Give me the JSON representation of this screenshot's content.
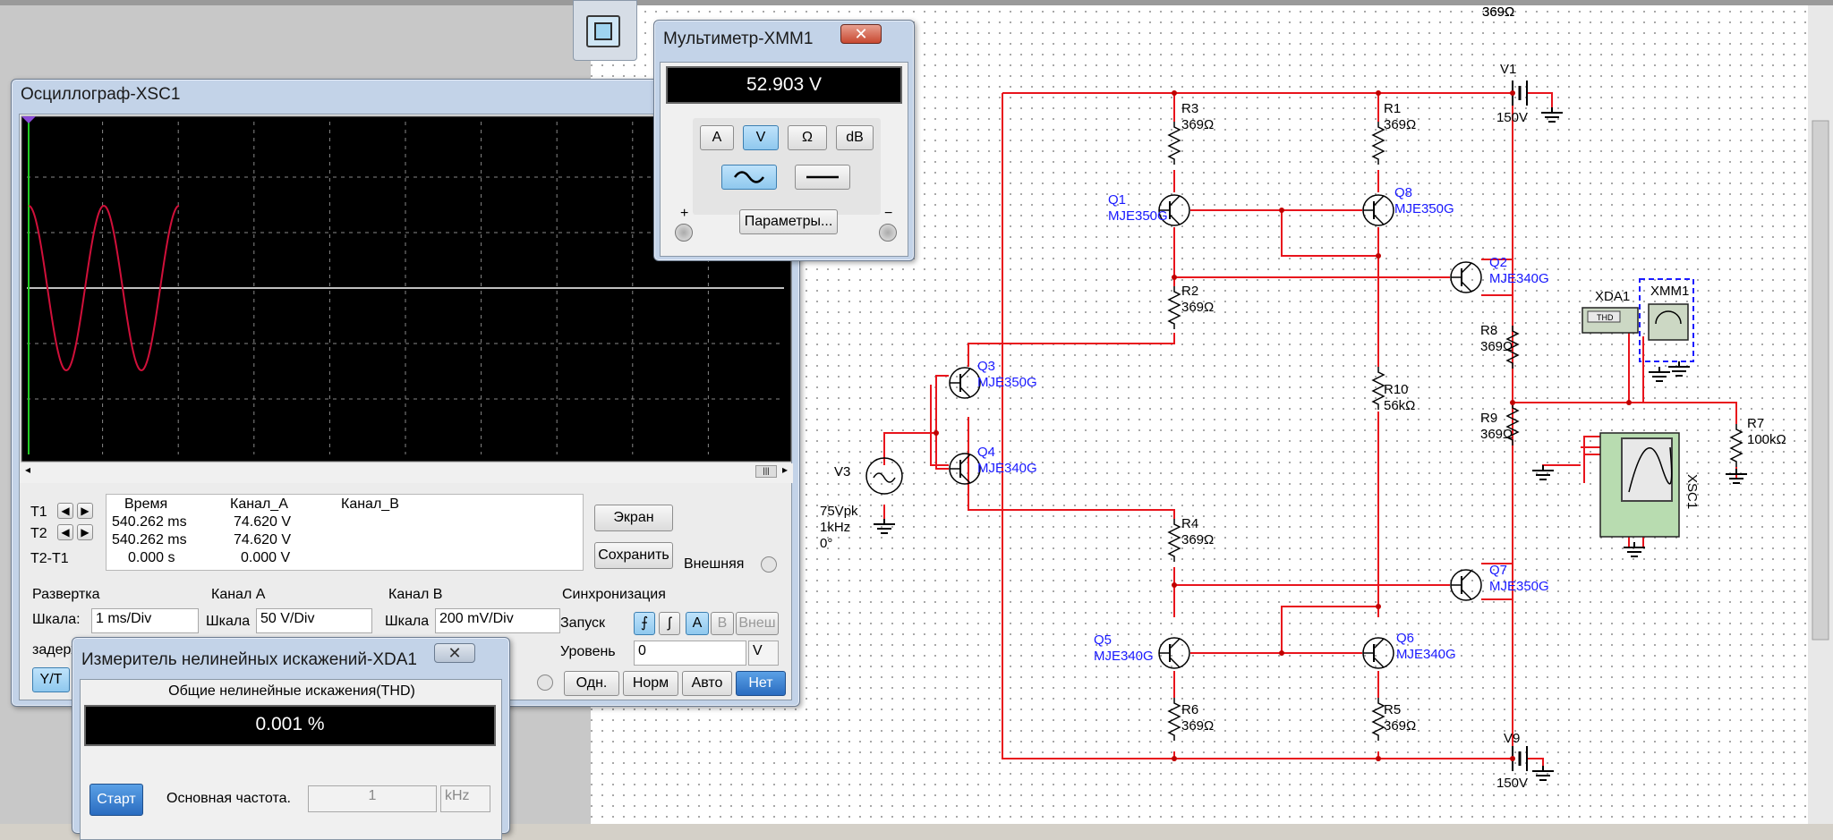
{
  "colors": {
    "wire": "#e8141c",
    "part": "#1a1aff",
    "accent": "#3c7fb1"
  },
  "toolbar": {
    "icon": "window-icon"
  },
  "multimeter": {
    "title": "Мультиметр-XMM1",
    "display": "52.903 V",
    "buttons": [
      "A",
      "V",
      "Ω",
      "dB"
    ],
    "selected": "V",
    "plus": "+",
    "minus": "−",
    "params_label": "Параметры..."
  },
  "oscilloscope": {
    "title": "Осциллограф-XSC1",
    "t1": "T1",
    "t2": "T2",
    "t21": "T2-T1",
    "col_time": "Время",
    "col_a": "Канал_A",
    "col_b": "Канал_B",
    "rows": [
      {
        "time": "540.262 ms",
        "a": "74.620 V"
      },
      {
        "time": "540.262 ms",
        "a": "74.620 V"
      },
      {
        "time": "0.000 s",
        "a": "0.000 V"
      }
    ],
    "screen_btn": "Экран",
    "save_btn": "Сохранить",
    "ext_label": "Внешняя",
    "sweep_group": "Развертка",
    "scale_label": "Шкала:",
    "sweep_scale": "1 ms/Div",
    "chA_group": "Канал А",
    "chA_scale_label": "Шкала",
    "chA_scale": "50  V/Div",
    "chB_group": "Канал В",
    "chB_scale_label": "Шкала",
    "chB_scale": "200 mV/Div",
    "sync_group": "Синхронизация",
    "trigger_label": "Запуск",
    "level_label": "Уровень",
    "level_value": "0",
    "level_unit": "V",
    "trig_a": "A",
    "trig_b": "B",
    "trig_ext": "Внеш",
    "delay_label": "задерж",
    "yt_btn": "Y/T",
    "modes": [
      "Одн.",
      "Норм",
      "Авто",
      "Нет"
    ],
    "trace_color": "#d0103a"
  },
  "distortion": {
    "title": "Измеритель нелинейных искажений-XDA1",
    "subtitle": "Общие нелинейные искажения(THD)",
    "display": "0.001 %",
    "start_btn": "Старт",
    "freq_label": "Основная частота.",
    "freq_value": "1",
    "freq_unit": "kHz"
  },
  "schematic": {
    "V1": {
      "name": "V1",
      "value": "150V"
    },
    "V9": {
      "name": "V9",
      "value": "150V"
    },
    "V3": {
      "name": "V3",
      "amp": "75Vpk",
      "freq": "1kHz",
      "phase": "0°"
    },
    "resistors": [
      {
        "name": "R3",
        "value": "369Ω"
      },
      {
        "name": "R1",
        "value": "369Ω"
      },
      {
        "name": "R2",
        "value": "369Ω"
      },
      {
        "name": "R8",
        "value": "369Ω"
      },
      {
        "name": "R10",
        "value": "56kΩ"
      },
      {
        "name": "R9",
        "value": "369Ω"
      },
      {
        "name": "R4",
        "value": "369Ω"
      },
      {
        "name": "R6",
        "value": "369Ω"
      },
      {
        "name": "R5",
        "value": "369Ω"
      },
      {
        "name": "R7",
        "value": "100kΩ"
      }
    ],
    "transistors": [
      {
        "name": "Q1",
        "model": "MJE350G"
      },
      {
        "name": "Q8",
        "model": "MJE350G"
      },
      {
        "name": "Q2",
        "model": "MJE340G"
      },
      {
        "name": "Q3",
        "model": "MJE350G"
      },
      {
        "name": "Q4",
        "model": "MJE340G"
      },
      {
        "name": "Q7",
        "model": "MJE350G"
      },
      {
        "name": "Q5",
        "model": "MJE340G"
      },
      {
        "name": "Q6",
        "model": "MJE340G"
      }
    ],
    "xda1": "XDA1",
    "xda1_inner": "THD",
    "xmm1": "XMM1",
    "xsc1": "XSC1"
  }
}
